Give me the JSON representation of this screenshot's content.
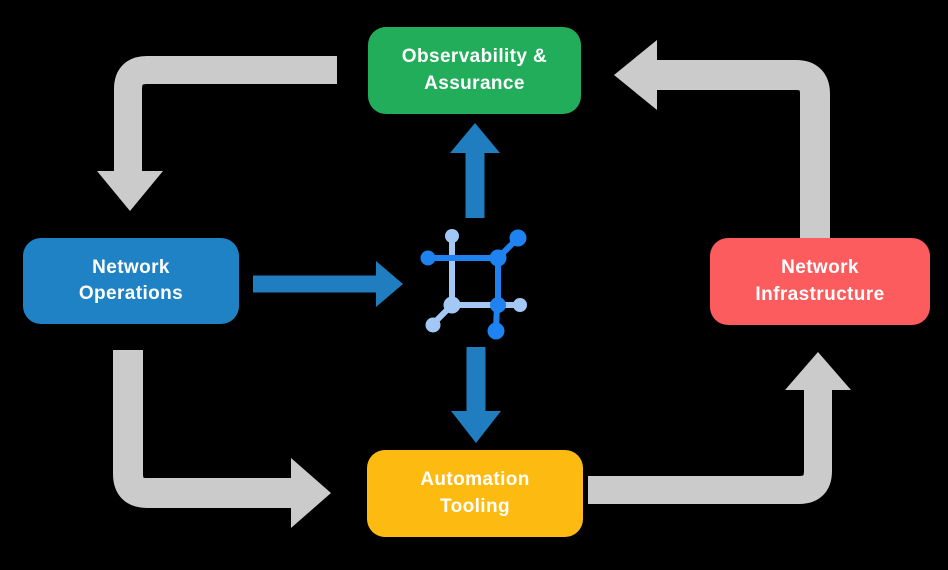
{
  "background_color": "#000000",
  "boxes": [
    {
      "id": "observability-assurance",
      "line1": "Observability &",
      "line2": "Assurance",
      "color": "#22AD5B",
      "text_color": "#FFFFFF"
    },
    {
      "id": "network-operations",
      "line1": "Network",
      "line2": "Operations",
      "color": "#1F82C5",
      "text_color": "#FFFFFF"
    },
    {
      "id": "network-infrastructure",
      "line1": "Network",
      "line2": "Infrastructure",
      "color": "#FD5C5F",
      "text_color": "#FFFFFF"
    },
    {
      "id": "automation-tooling",
      "line1": "Automation",
      "line2": "Tooling",
      "color": "#FDBB11",
      "text_color": "#FFFFFF"
    }
  ],
  "arrows": {
    "gray_color": "#CBCBCB",
    "blue_color": "#1F7DC0",
    "flow": [
      {
        "from": "observability-assurance",
        "to": "network-operations",
        "style": "gray-elbow"
      },
      {
        "from": "network-operations",
        "to": "automation-tooling",
        "style": "gray-elbow"
      },
      {
        "from": "automation-tooling",
        "to": "network-infrastructure",
        "style": "gray-elbow"
      },
      {
        "from": "network-infrastructure",
        "to": "observability-assurance",
        "style": "gray-elbow"
      },
      {
        "from": "network-operations",
        "to": "center-icon",
        "style": "blue-straight"
      },
      {
        "from": "center-icon",
        "to": "observability-assurance",
        "style": "blue-straight"
      },
      {
        "from": "center-icon",
        "to": "automation-tooling",
        "style": "blue-straight"
      }
    ]
  },
  "center_icon": {
    "name": "network-mesh-icon",
    "dark_blue": "#1E82F0",
    "light_blue": "#A4C8F5"
  }
}
